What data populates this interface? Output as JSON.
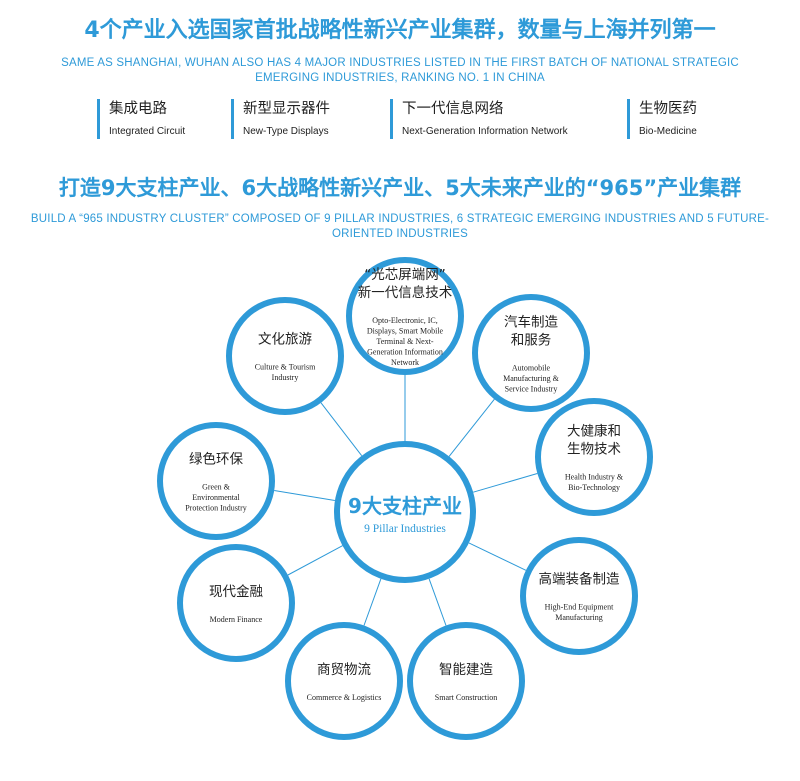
{
  "heading1": {
    "cn": "4个产业入选国家首批战略性新兴产业集群，数量与上海并列第一",
    "en": "SAME AS SHANGHAI, WUHAN ALSO HAS 4 MAJOR INDUSTRIES LISTED IN THE FIRST BATCH OF NATIONAL STRATEGIC EMERGING INDUSTRIES, RANKING NO. 1 IN CHINA"
  },
  "industries": [
    {
      "cn": "集成电路",
      "en": "Integrated Circuit"
    },
    {
      "cn": "新型显示器件",
      "en": "New-Type Displays"
    },
    {
      "cn": "下一代信息网络",
      "en": "Next-Generation Information Network"
    },
    {
      "cn": "生物医药",
      "en": "Bio-Medicine"
    }
  ],
  "heading2": {
    "cn": "打造9大支柱产业、6大战略性新兴产业、5大未来产业的“965”产业集群",
    "en": "BUILD A “965 INDUSTRY CLUSTER” COMPOSED OF 9 PILLAR INDUSTRIES, 6 STRATEGIC EMERGING INDUSTRIES AND 5 FUTURE-ORIENTED INDUSTRIES"
  },
  "center": {
    "cn": "9大支柱产业",
    "en": "9 Pillar Industries"
  },
  "nodes": [
    {
      "cn": [
        "“光芯屏端网”",
        "新一代信息技术"
      ],
      "en": [
        "Opto-Electronic, IC,",
        "Displays, Smart Mobile",
        "Terminal & Next-",
        "Generation Information",
        "Network"
      ]
    },
    {
      "cn": [
        "汽车制造",
        "和服务"
      ],
      "en": [
        "Automobile",
        "Manufacturing &",
        "Service Industry"
      ]
    },
    {
      "cn": [
        "大健康和",
        "生物技术"
      ],
      "en": [
        "Health Industry &",
        "Bio-Technology"
      ]
    },
    {
      "cn": [
        "高端装备制造"
      ],
      "en": [
        "High-End Equipment",
        "Manufacturing"
      ]
    },
    {
      "cn": [
        "智能建造"
      ],
      "en": [
        "Smart Construction"
      ]
    },
    {
      "cn": [
        "商贸物流"
      ],
      "en": [
        "Commerce & Logistics"
      ]
    },
    {
      "cn": [
        "现代金融"
      ],
      "en": [
        "Modern Finance"
      ]
    },
    {
      "cn": [
        "绿色环保"
      ],
      "en": [
        "Green &",
        "Environmental",
        "Protection Industry"
      ]
    },
    {
      "cn": [
        "文化旅游"
      ],
      "en": [
        "Culture & Tourism",
        "Industry"
      ]
    }
  ],
  "colors": {
    "accent": "#2e9ad8",
    "text": "#222222"
  }
}
